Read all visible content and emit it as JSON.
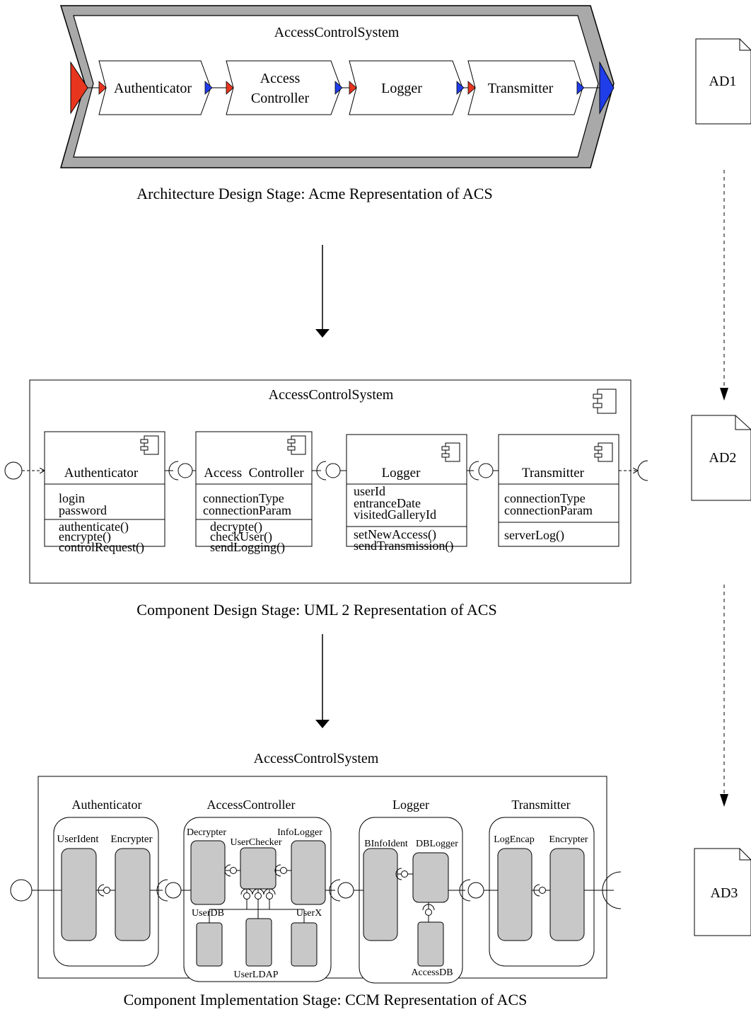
{
  "stage1": {
    "system_title": "AccessControlSystem",
    "components": {
      "authenticator": "Authenticator",
      "access_controller_line1": "Access",
      "access_controller_line2": "Controller",
      "logger": "Logger",
      "transmitter": "Transmitter"
    },
    "caption": "Architecture Design Stage: Acme Representation of ACS",
    "colors": {
      "in_port": "#e8351e",
      "out_port": "#1f3de8",
      "frame": "#a9a9a9"
    }
  },
  "stage2": {
    "system_title": "AccessControlSystem",
    "components": [
      {
        "name": "Authenticator",
        "attributes": [
          "login",
          "password"
        ],
        "operations": [
          "authenticate()",
          "encrypte()",
          "controlRequest()"
        ]
      },
      {
        "name": "Access  Controller",
        "attributes": [
          "connectionType",
          "connectionParam"
        ],
        "operations": [
          "decrypte()",
          "checkUser()",
          "sendLogging()"
        ]
      },
      {
        "name": "Logger",
        "attributes": [
          "userId",
          "entranceDate",
          "visitedGalleryId"
        ],
        "operations": [
          "setNewAccess()",
          "sendTransmission()"
        ]
      },
      {
        "name": "Transmitter",
        "attributes": [
          "connectionType",
          "connectionParam"
        ],
        "operations": [
          "serverLog()"
        ]
      }
    ],
    "caption": "Component Design Stage: UML 2 Representation of ACS"
  },
  "stage3": {
    "system_title": "AccessControlSystem",
    "components": {
      "authenticator": {
        "name": "Authenticator",
        "parts": [
          "UserIdent",
          "Encrypter"
        ]
      },
      "access_controller": {
        "name": "AccessController",
        "parts": [
          "Decrypter",
          "UserChecker",
          "InfoLogger",
          "UserDB",
          "UserX",
          "UserLDAP"
        ]
      },
      "logger": {
        "name": "Logger",
        "parts": [
          "BInfoIdent",
          "DBLogger",
          "AccessDB"
        ]
      },
      "transmitter": {
        "name": "Transmitter",
        "parts": [
          "LogEncap",
          "Encrypter"
        ]
      }
    },
    "caption": "Component Implementation Stage: CCM Representation of ACS",
    "colors": {
      "part_fill": "#c8c8c8"
    }
  },
  "documents": [
    "AD1",
    "AD2",
    "AD3"
  ]
}
